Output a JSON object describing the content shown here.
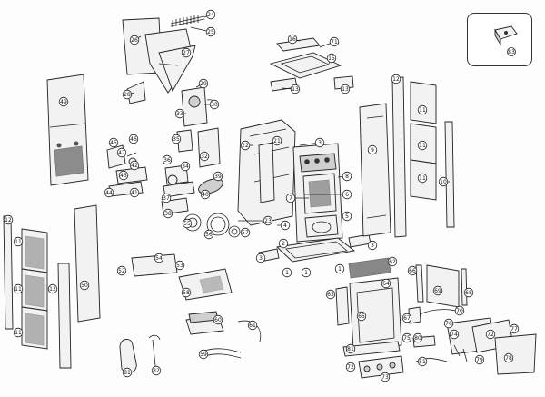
{
  "colors": {
    "line": "#222222",
    "fill": "#f2f2f2",
    "dark": "#3a3a3a"
  },
  "labels": [
    {
      "id": "l1",
      "t": "24"
    },
    {
      "id": "l2",
      "t": "25"
    },
    {
      "id": "l3",
      "t": "26"
    },
    {
      "id": "l4",
      "t": "27"
    },
    {
      "id": "l5",
      "t": "16"
    },
    {
      "id": "l6",
      "t": "71"
    },
    {
      "id": "l7",
      "t": "15"
    },
    {
      "id": "l8",
      "t": "13"
    },
    {
      "id": "l9",
      "t": "13"
    },
    {
      "id": "l10",
      "t": "83"
    },
    {
      "id": "l11",
      "t": "49"
    },
    {
      "id": "l12",
      "t": "28"
    },
    {
      "id": "l13",
      "t": "29"
    },
    {
      "id": "l14",
      "t": "33"
    },
    {
      "id": "l15",
      "t": "30"
    },
    {
      "id": "l16",
      "t": "12"
    },
    {
      "id": "l17",
      "t": "11"
    },
    {
      "id": "l18",
      "t": "11"
    },
    {
      "id": "l19",
      "t": "11"
    },
    {
      "id": "l20",
      "t": "10"
    },
    {
      "id": "l21",
      "t": "22"
    },
    {
      "id": "l22",
      "t": "21"
    },
    {
      "id": "l23",
      "t": "3"
    },
    {
      "id": "l24",
      "t": "9"
    },
    {
      "id": "l25",
      "t": "45"
    },
    {
      "id": "l26",
      "t": "47"
    },
    {
      "id": "l27",
      "t": "46"
    },
    {
      "id": "l28",
      "t": "42"
    },
    {
      "id": "l29",
      "t": "43"
    },
    {
      "id": "l30",
      "t": "44"
    },
    {
      "id": "l31",
      "t": "41"
    },
    {
      "id": "l32",
      "t": "35"
    },
    {
      "id": "l33",
      "t": "34"
    },
    {
      "id": "l34",
      "t": "36"
    },
    {
      "id": "l35",
      "t": "32"
    },
    {
      "id": "l36",
      "t": "39"
    },
    {
      "id": "l37",
      "t": "40"
    },
    {
      "id": "l38",
      "t": "37"
    },
    {
      "id": "l39",
      "t": "38"
    },
    {
      "id": "l40",
      "t": "8"
    },
    {
      "id": "l41",
      "t": "7"
    },
    {
      "id": "l42",
      "t": "6"
    },
    {
      "id": "l43",
      "t": "4"
    },
    {
      "id": "l44",
      "t": "5"
    },
    {
      "id": "l45",
      "t": "23"
    },
    {
      "id": "l46",
      "t": "55"
    },
    {
      "id": "l47",
      "t": "56"
    },
    {
      "id": "l48",
      "t": "57"
    },
    {
      "id": "l49",
      "t": "12"
    },
    {
      "id": "l50",
      "t": "11"
    },
    {
      "id": "l51",
      "t": "11"
    },
    {
      "id": "l52",
      "t": "11"
    },
    {
      "id": "l53",
      "t": "12"
    },
    {
      "id": "l54",
      "t": "50"
    },
    {
      "id": "l55",
      "t": "54"
    },
    {
      "id": "l56",
      "t": "52"
    },
    {
      "id": "l57",
      "t": "53"
    },
    {
      "id": "l58",
      "t": "58"
    },
    {
      "id": "l59",
      "t": "2"
    },
    {
      "id": "l60",
      "t": "3"
    },
    {
      "id": "l61",
      "t": "1"
    },
    {
      "id": "l62",
      "t": "1"
    },
    {
      "id": "l63",
      "t": "1"
    },
    {
      "id": "l64",
      "t": "3"
    },
    {
      "id": "l65",
      "t": "62"
    },
    {
      "id": "l66",
      "t": "63"
    },
    {
      "id": "l67",
      "t": "64"
    },
    {
      "id": "l68",
      "t": "65"
    },
    {
      "id": "l69",
      "t": "66"
    },
    {
      "id": "l70",
      "t": "69"
    },
    {
      "id": "l71",
      "t": "68"
    },
    {
      "id": "l72",
      "t": "67"
    },
    {
      "id": "l73",
      "t": "70"
    },
    {
      "id": "l74",
      "t": "76"
    },
    {
      "id": "l75",
      "t": "77"
    },
    {
      "id": "l76",
      "t": "74"
    },
    {
      "id": "l77",
      "t": "72"
    },
    {
      "id": "l78",
      "t": "75"
    },
    {
      "id": "l79",
      "t": "78"
    },
    {
      "id": "l80",
      "t": "81"
    },
    {
      "id": "l81",
      "t": "72"
    },
    {
      "id": "l82",
      "t": "73"
    },
    {
      "id": "l83",
      "t": "60"
    },
    {
      "id": "l84",
      "t": "61"
    },
    {
      "id": "l85",
      "t": "59"
    },
    {
      "id": "l86",
      "t": "51"
    },
    {
      "id": "l87",
      "t": "81"
    },
    {
      "id": "l88",
      "t": "82"
    },
    {
      "id": "l89",
      "t": "80"
    },
    {
      "id": "l90",
      "t": "79"
    }
  ]
}
